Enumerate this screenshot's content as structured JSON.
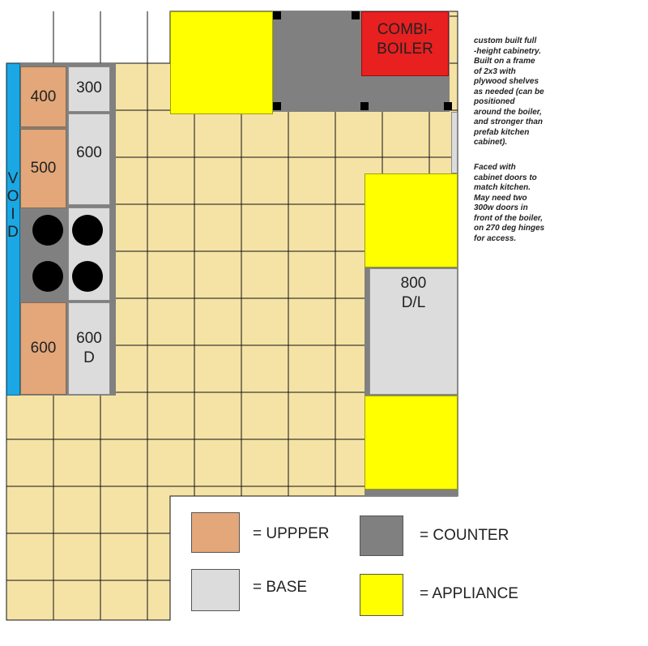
{
  "wall_void": {
    "label": "V\nO\nI\nD"
  },
  "left_run": {
    "upper_labels": [
      "400",
      "500",
      "600"
    ],
    "base_labels": [
      "300",
      "600",
      "600\nD"
    ]
  },
  "boiler": {
    "label": "COMBI-\nBOILER"
  },
  "right_run": {
    "base_label": "800\nD/L"
  },
  "note": {
    "para1": "custom built full\n-height cabinetry.\nBuilt on a frame\nof 2x3 with\nplywood shelves\nas needed (can be\npositioned\naround the boiler,\nand stronger than\nprefab kitchen\ncabinet).",
    "para2": "Faced with\ncabinet doors to\nmatch kitchen.\nMay need two\n300w doors in\nfront of the boiler,\non 270 deg hinges\nfor access."
  },
  "legend": {
    "upper": "= UPPPER",
    "base": "= BASE",
    "counter": "= COUNTER",
    "appliance": "= APPLIANCE"
  },
  "colors": {
    "upper": "#e3a77a",
    "base": "#dcdcdc",
    "counter": "#808080",
    "appliance": "#ffff00",
    "boiler": "#e82020",
    "void": "#1aa7e4",
    "floor": "#f5e3a6"
  }
}
